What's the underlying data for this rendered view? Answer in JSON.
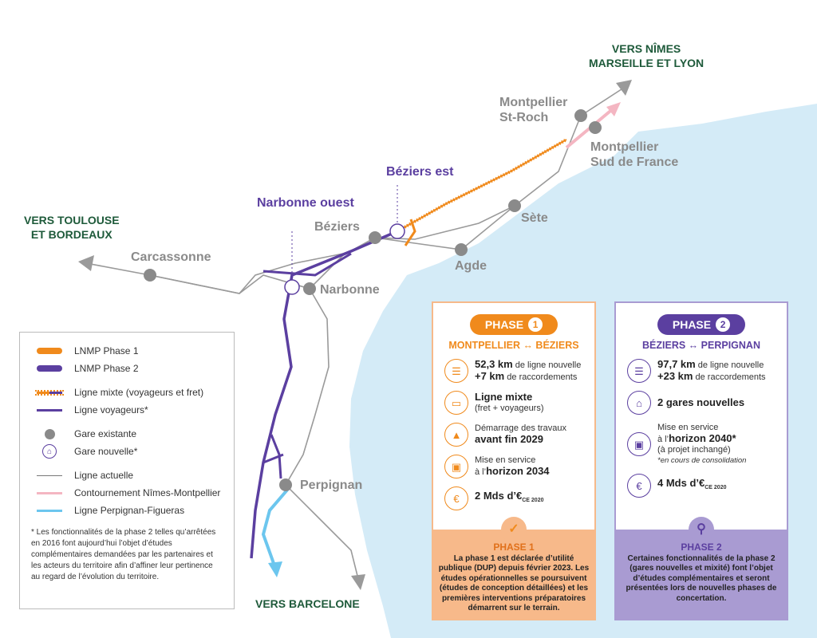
{
  "places": {
    "montpellier_st_roch": "Montpellier\nSt-Roch",
    "montpellier_sdf": "Montpellier\nSud de France",
    "beziers_est": "Béziers est",
    "narbonne_ouest": "Narbonne ouest",
    "beziers": "Béziers",
    "sete": "Sète",
    "agde": "Agde",
    "carcassonne": "Carcassonne",
    "narbonne": "Narbonne",
    "perpignan": "Perpignan"
  },
  "directions": {
    "nimes": "VERS NÎMES\nMARSEILLE ET LYON",
    "toulouse": "VERS TOULOUSE\nET BORDEAUX",
    "barcelone": "VERS BARCELONE"
  },
  "legend": {
    "items": [
      "LNMP Phase 1",
      "LNMP Phase 2",
      "Ligne mixte (voyageurs et fret)",
      "Ligne voyageurs*",
      "Gare existante",
      "Gare nouvelle*",
      "Ligne actuelle",
      "Contournement Nîmes-Montpellier",
      "Ligne Perpignan-Figueras"
    ],
    "note": "* Les fonctionnalités de la phase 2 telles qu’arrêtées en 2016 font aujourd’hui l’objet d’études complémentaires demandées par les partenaires et les acteurs du territoire afin d’affiner leur pertinence au regard de l’évolution du territoire."
  },
  "phase1": {
    "label": "PHASE",
    "num": "1",
    "route": "MONTPELLIER ↔ BÉZIERS",
    "items": [
      {
        "b": "52,3 km",
        "t": " de ligne nouvelle"
      },
      {
        "b": "+7 km",
        "t": " de raccordements"
      },
      {
        "b": "Ligne mixte",
        "t": "(fret + voyageurs)"
      },
      {
        "t": "Démarrage des travaux",
        "b": "avant fin 2029"
      },
      {
        "t": "Mise en service",
        "pre": "à l’",
        "b": "horizon 2034"
      },
      {
        "b": "2 Mds d’€",
        "sub": "CE 2020"
      }
    ],
    "foot_title": "PHASE 1",
    "foot_text": "La phase 1 est déclarée d’utilité publique (DUP) depuis février 2023. Les études opérationnelles se poursuivent (études de conception détaillées) et les premières interventions préparatoires démarrent sur le terrain."
  },
  "phase2": {
    "label": "PHASE",
    "num": "2",
    "route": "BÉZIERS ↔ PERPIGNAN",
    "items": [
      {
        "b": "97,7 km",
        "t": " de ligne nouvelle"
      },
      {
        "b": "+23 km",
        "t": " de raccordements"
      },
      {
        "b": "2 gares nouvelles"
      },
      {
        "t": "Mise en service",
        "pre": "à l’",
        "b": "horizon 2040*",
        "t2": "(à projet inchangé)",
        "note": "*en cours de consolidation"
      },
      {
        "b": "4 Mds d’€",
        "sub": "CE 2020"
      }
    ],
    "foot_title": "PHASE 2",
    "foot_text": "Certaines fonctionnalités de la phase 2 (gares nouvelles et mixité) font l’objet d’études complémentaires et seront présentées lors de nouvelles phases de concertation."
  },
  "colors": {
    "phase1": "#f08a1c",
    "phase2": "#5b3fa0",
    "sea": "#d4ebf7",
    "current": "#9a9a9a",
    "pink": "#f4b6c2",
    "blue": "#6cc6ee",
    "green": "#1e5a3a"
  }
}
